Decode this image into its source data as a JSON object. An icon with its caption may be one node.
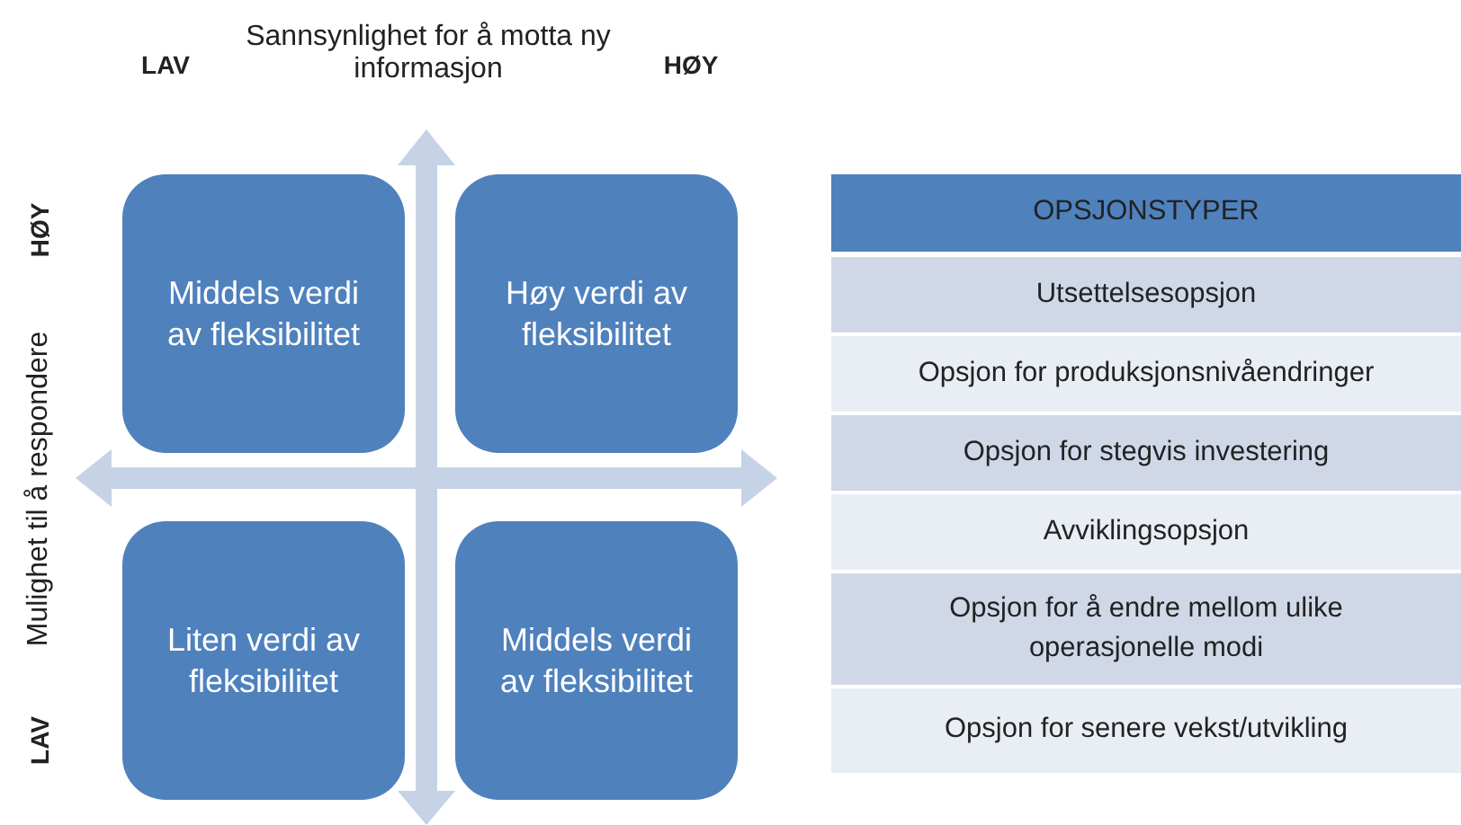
{
  "diagram": {
    "nodes": [
      {
        "text": [
          "Middels verdi av fleksibilitet"
        ]
      },
      {
        "text": [
          "Høy verdi av fleksibilitet"
        ]
      },
      {
        "text": [
          "Liten verdi av fleksibilitet"
        ]
      },
      {
        "text": [
          "Middels verdi av fleksibilitet"
        ]
      }
    ],
    "edges": [],
    "labels": [
      "LAV",
      "Sannsynlighet for å motta ny informasjon",
      "HØY",
      "HØY",
      "Mulighet til å respondere",
      "LAV",
      "OPSJONSTYPER",
      "Utsettelsesopsjon",
      "Opsjon for produksjonsnivåendringer",
      "Opsjon for stegvis investering",
      "Avviklingsopsjon",
      "Opsjon for å endre mellom ulike operasjonelle modi",
      "Opsjon for senere vekst/utvikling"
    ]
  }
}
